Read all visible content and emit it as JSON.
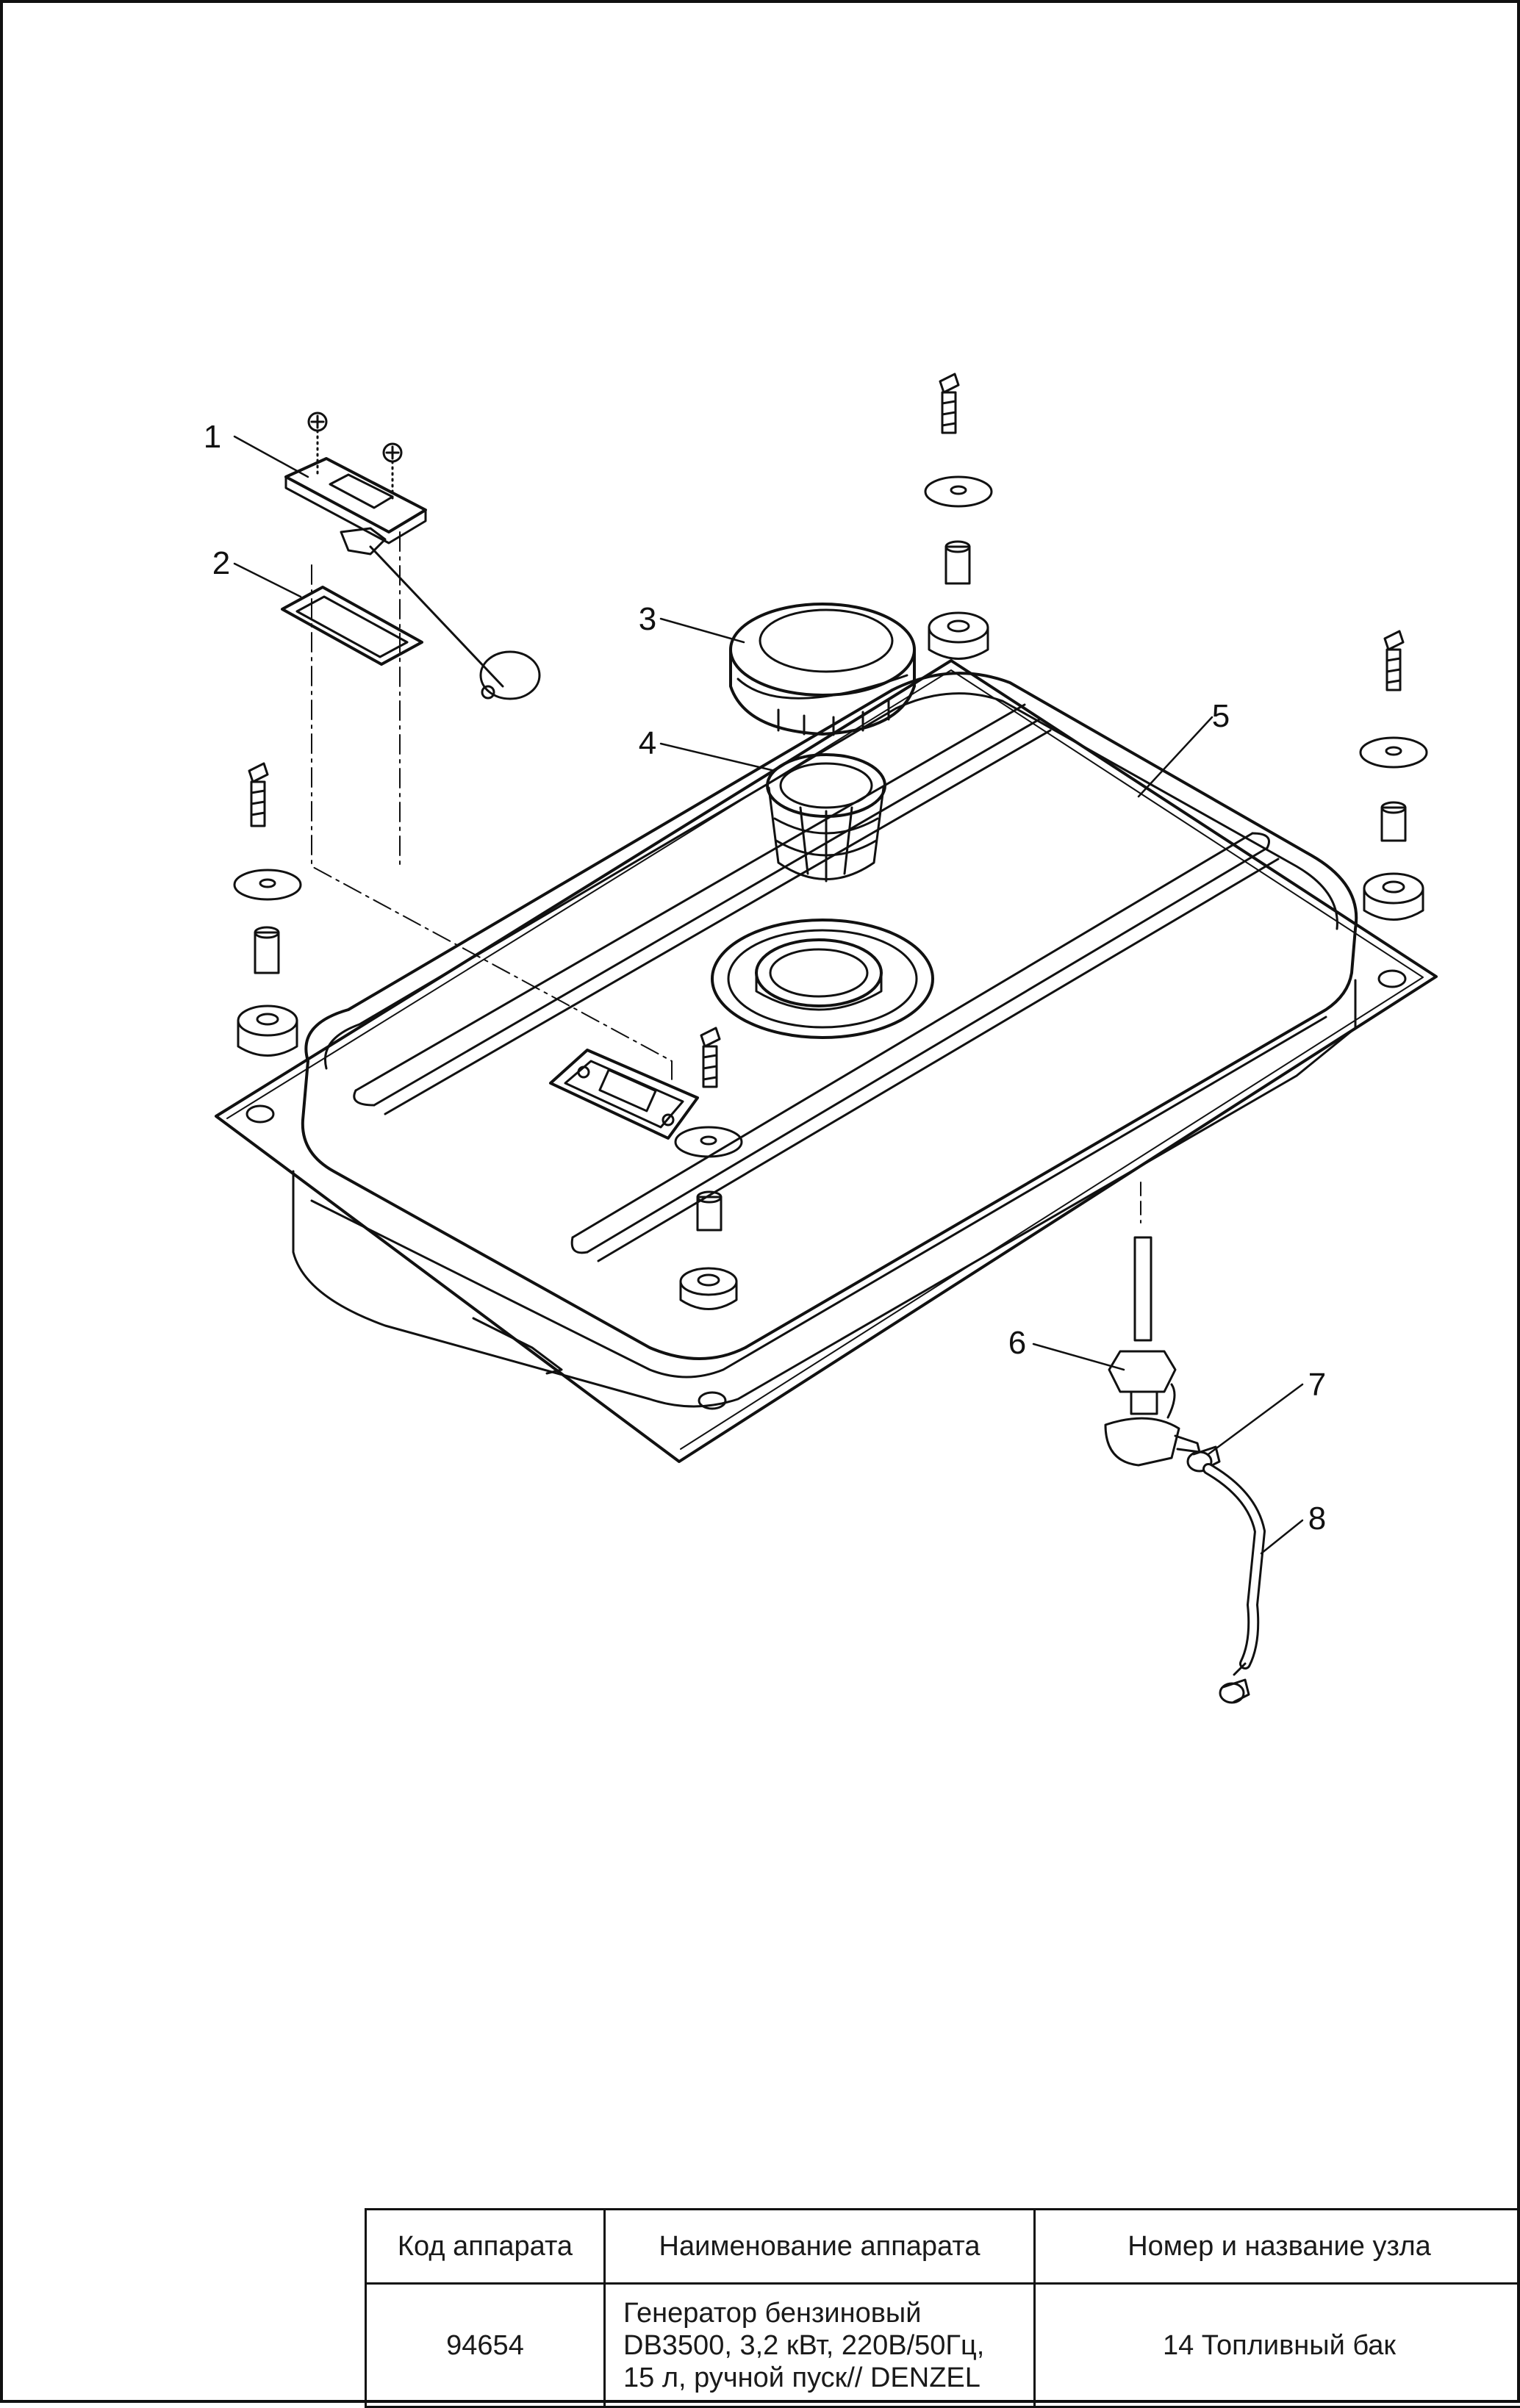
{
  "callouts": {
    "c1": "1",
    "c2": "2",
    "c3": "3",
    "c4": "4",
    "c5": "5",
    "c6": "6",
    "c7": "7",
    "c8": "8"
  },
  "titleblock": {
    "header_code": "Код аппарата",
    "header_name": "Наименование аппарата",
    "header_unit": "Номер и название узла",
    "code": "94654",
    "name_lines": [
      "Генератор бензиновый",
      "DB3500, 3,2 кВт, 220В/50Гц,",
      "15 л, ручной пуск// DENZEL"
    ],
    "unit": "14 Топливный бак"
  },
  "colors": {
    "ink": "#111111",
    "paper": "#ffffff"
  }
}
